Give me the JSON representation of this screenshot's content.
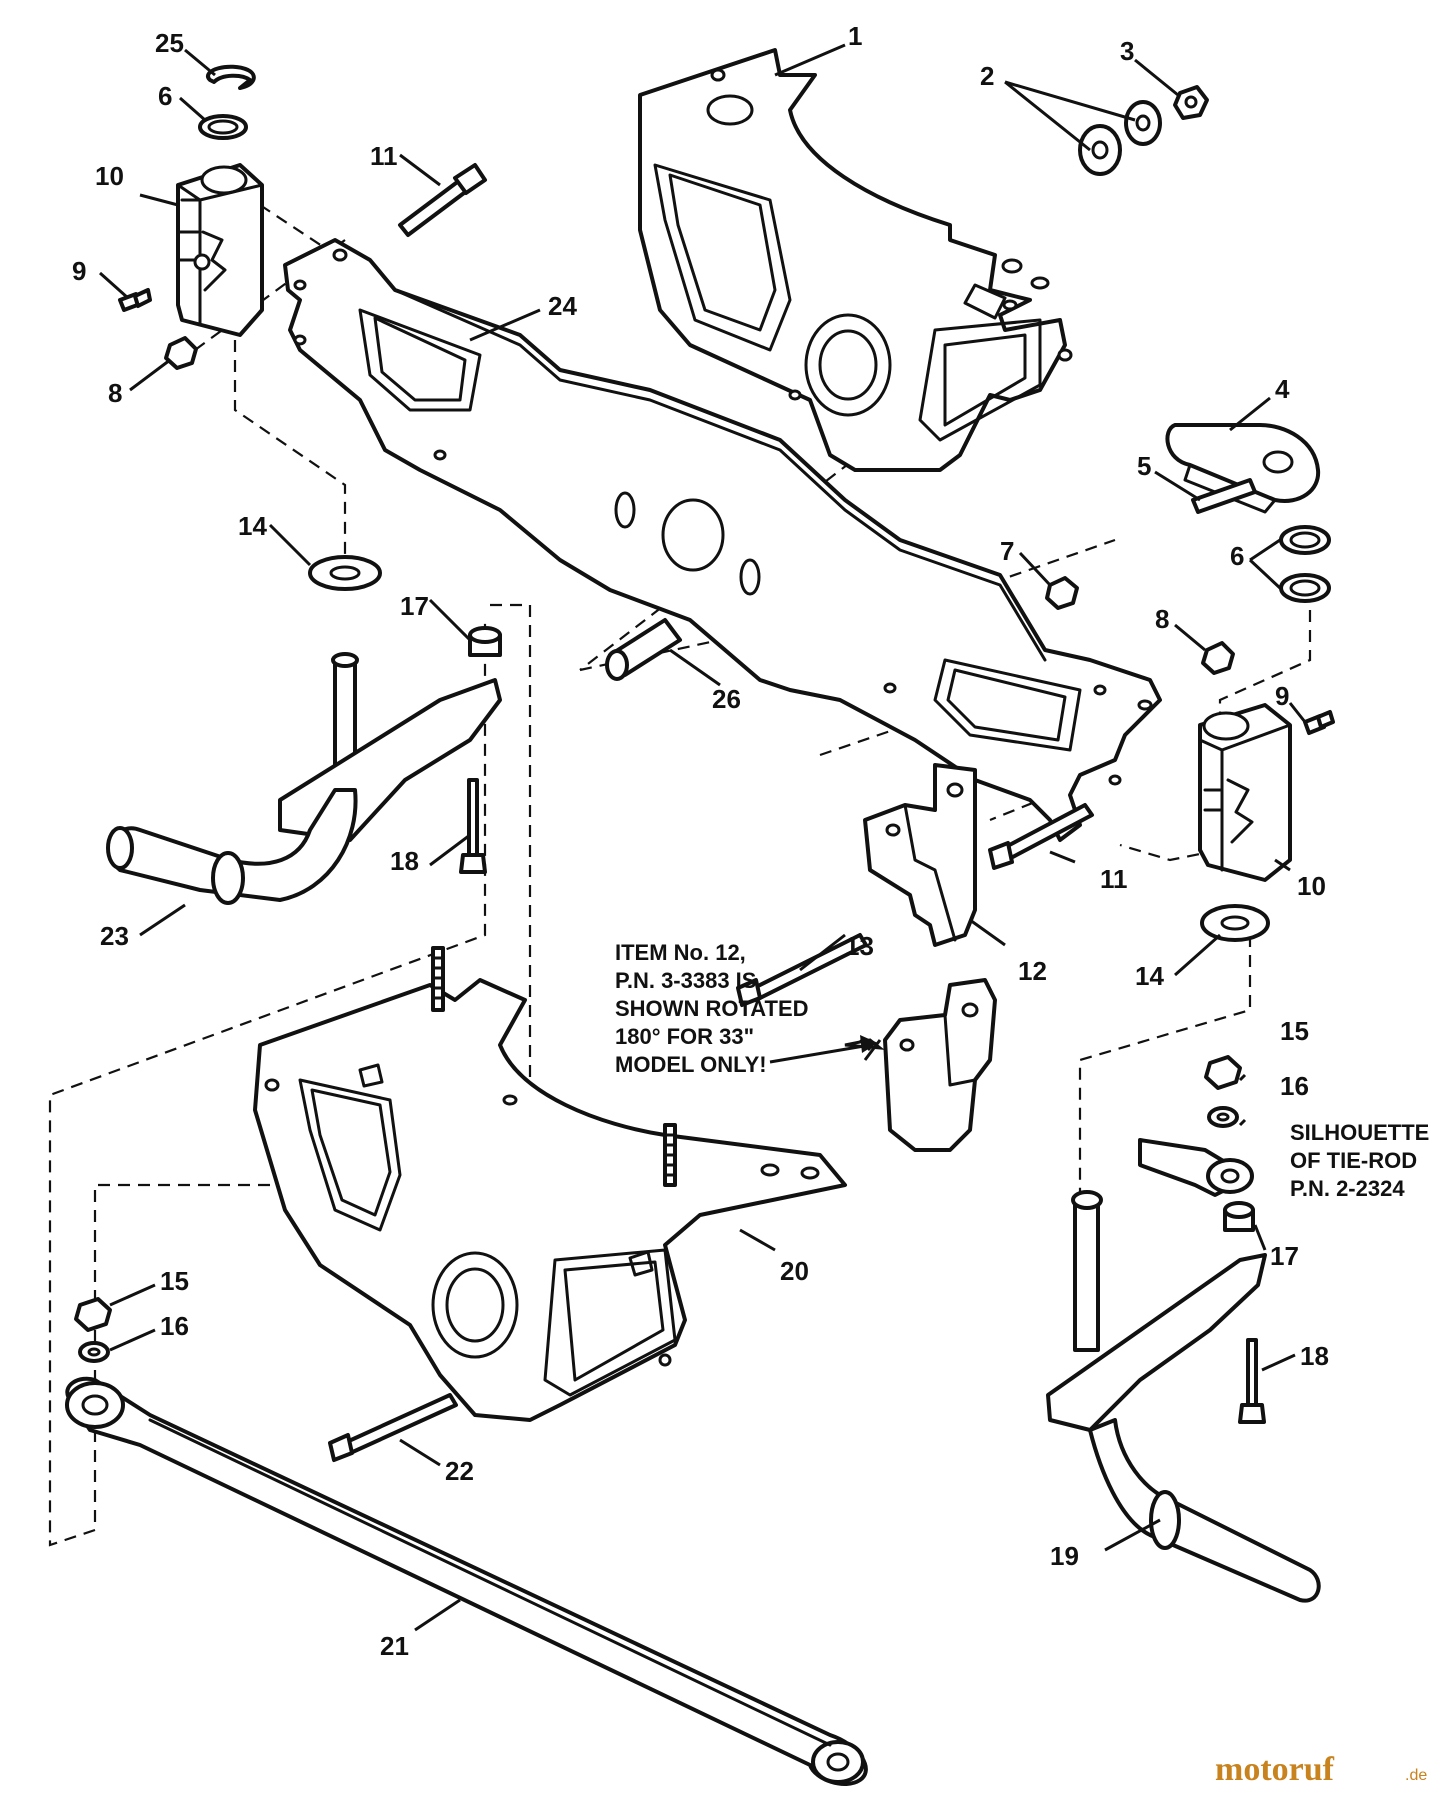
{
  "callouts": [
    {
      "id": "c1",
      "text": "1"
    },
    {
      "id": "c2",
      "text": "2"
    },
    {
      "id": "c3",
      "text": "3"
    },
    {
      "id": "c4",
      "text": "4"
    },
    {
      "id": "c5",
      "text": "5"
    },
    {
      "id": "c6a",
      "text": "6"
    },
    {
      "id": "c6b",
      "text": "6"
    },
    {
      "id": "c7",
      "text": "7"
    },
    {
      "id": "c8a",
      "text": "8"
    },
    {
      "id": "c8b",
      "text": "8"
    },
    {
      "id": "c9a",
      "text": "9"
    },
    {
      "id": "c9b",
      "text": "9"
    },
    {
      "id": "c10a",
      "text": "10"
    },
    {
      "id": "c10b",
      "text": "10"
    },
    {
      "id": "c11a",
      "text": "11"
    },
    {
      "id": "c11b",
      "text": "11"
    },
    {
      "id": "c12",
      "text": "12"
    },
    {
      "id": "c13",
      "text": "13"
    },
    {
      "id": "c14a",
      "text": "14"
    },
    {
      "id": "c14b",
      "text": "14"
    },
    {
      "id": "c15a",
      "text": "15"
    },
    {
      "id": "c15b",
      "text": "15"
    },
    {
      "id": "c16a",
      "text": "16"
    },
    {
      "id": "c16b",
      "text": "16"
    },
    {
      "id": "c17a",
      "text": "17"
    },
    {
      "id": "c17b",
      "text": "17"
    },
    {
      "id": "c18a",
      "text": "18"
    },
    {
      "id": "c18b",
      "text": "18"
    },
    {
      "id": "c19",
      "text": "19"
    },
    {
      "id": "c20",
      "text": "20"
    },
    {
      "id": "c21",
      "text": "21"
    },
    {
      "id": "c22",
      "text": "22"
    },
    {
      "id": "c23",
      "text": "23"
    },
    {
      "id": "c24",
      "text": "24"
    },
    {
      "id": "c25",
      "text": "25"
    },
    {
      "id": "c26",
      "text": "26"
    }
  ],
  "notes": {
    "rotated_item": [
      "ITEM No. 12,",
      "P.N. 3-3383 IS",
      "SHOWN ROTATED",
      "180° FOR 33\"",
      "MODEL ONLY!"
    ],
    "tie_rod": [
      "SILHOUETTE",
      "OF TIE-ROD",
      "P.N. 2-2324"
    ]
  },
  "watermark": {
    "name": "motoruf",
    "suffix": ".de"
  }
}
